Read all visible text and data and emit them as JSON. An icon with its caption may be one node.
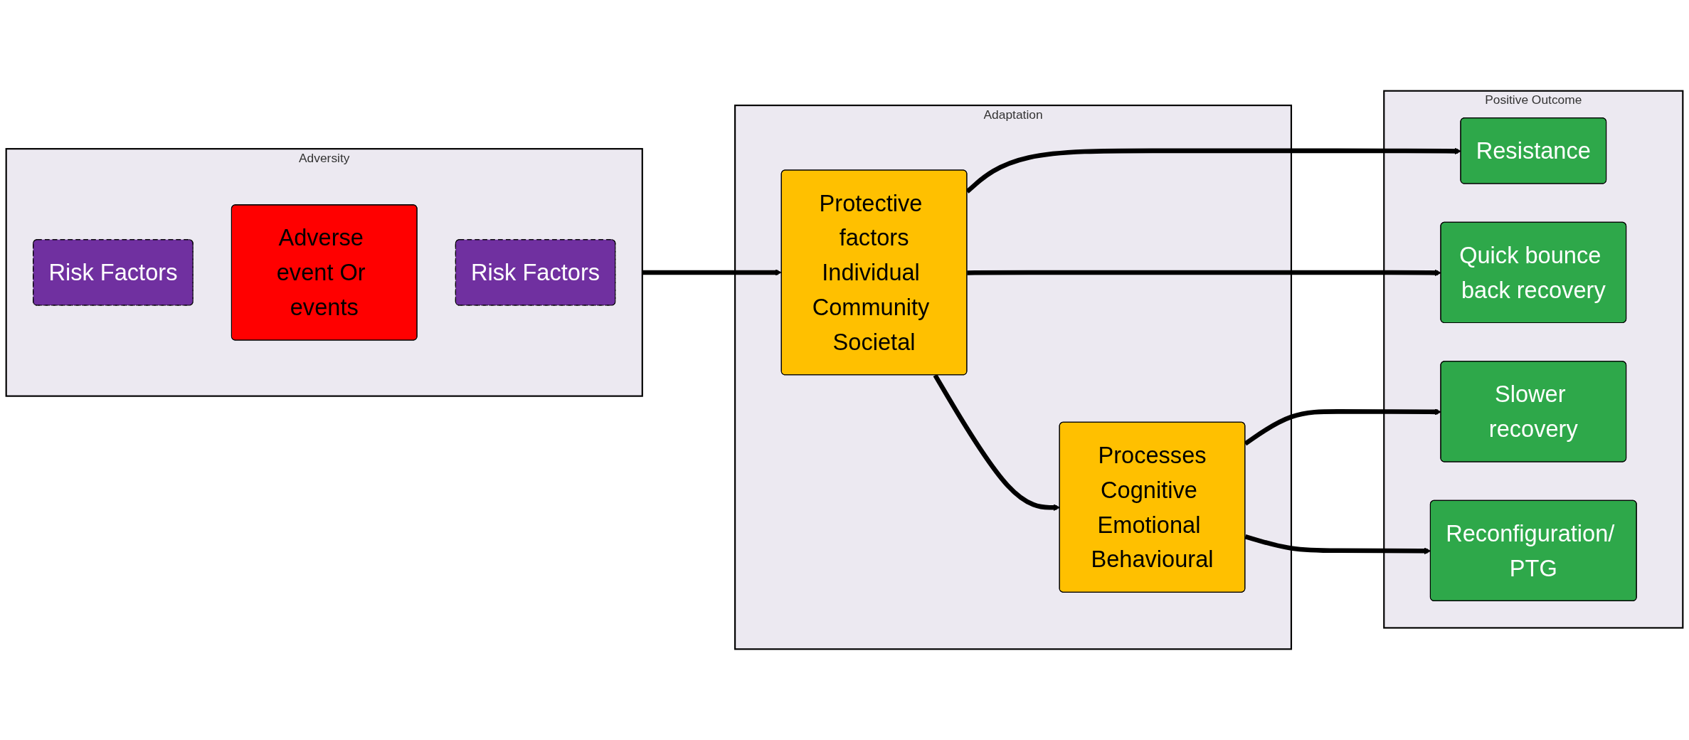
{
  "diagram": {
    "nodes": [
      {
        "text": [
          "Adversity"
        ]
      },
      {
        "text": [
          "Risk Factors"
        ],
        "in": 0
      },
      {
        "text": [
          "Adverse event Or events"
        ],
        "in": 0
      },
      {
        "text": [
          "Risk Factors"
        ],
        "in": 0
      },
      {
        "text": [
          "Adaptation"
        ]
      },
      {
        "text": [
          "Protective factors",
          "Individual Community Societal"
        ],
        "in": 4
      },
      {
        "text": [
          "Processes",
          "Cognitive Emotional Behavioural"
        ],
        "in": 4
      },
      {
        "text": [
          "Positive Outcome"
        ]
      },
      {
        "text": [
          "Resistance"
        ],
        "in": 7
      },
      {
        "text": [
          "Quick bounce back recovery"
        ],
        "in": 7
      },
      {
        "text": [
          "Slower recovery"
        ],
        "in": 7
      },
      {
        "text": [
          "Reconfiguration/ PTG"
        ],
        "in": 7
      }
    ],
    "edges": [
      {
        "from": 0,
        "to": 5,
        "arrow": "to"
      },
      {
        "from": 5,
        "to": 6,
        "arrow": "to"
      },
      {
        "from": 5,
        "to": 8,
        "arrow": "to"
      },
      {
        "from": 5,
        "to": 9,
        "arrow": "to"
      },
      {
        "from": 6,
        "to": 10,
        "arrow": "to"
      },
      {
        "from": 6,
        "to": 11,
        "arrow": "to"
      }
    ]
  }
}
